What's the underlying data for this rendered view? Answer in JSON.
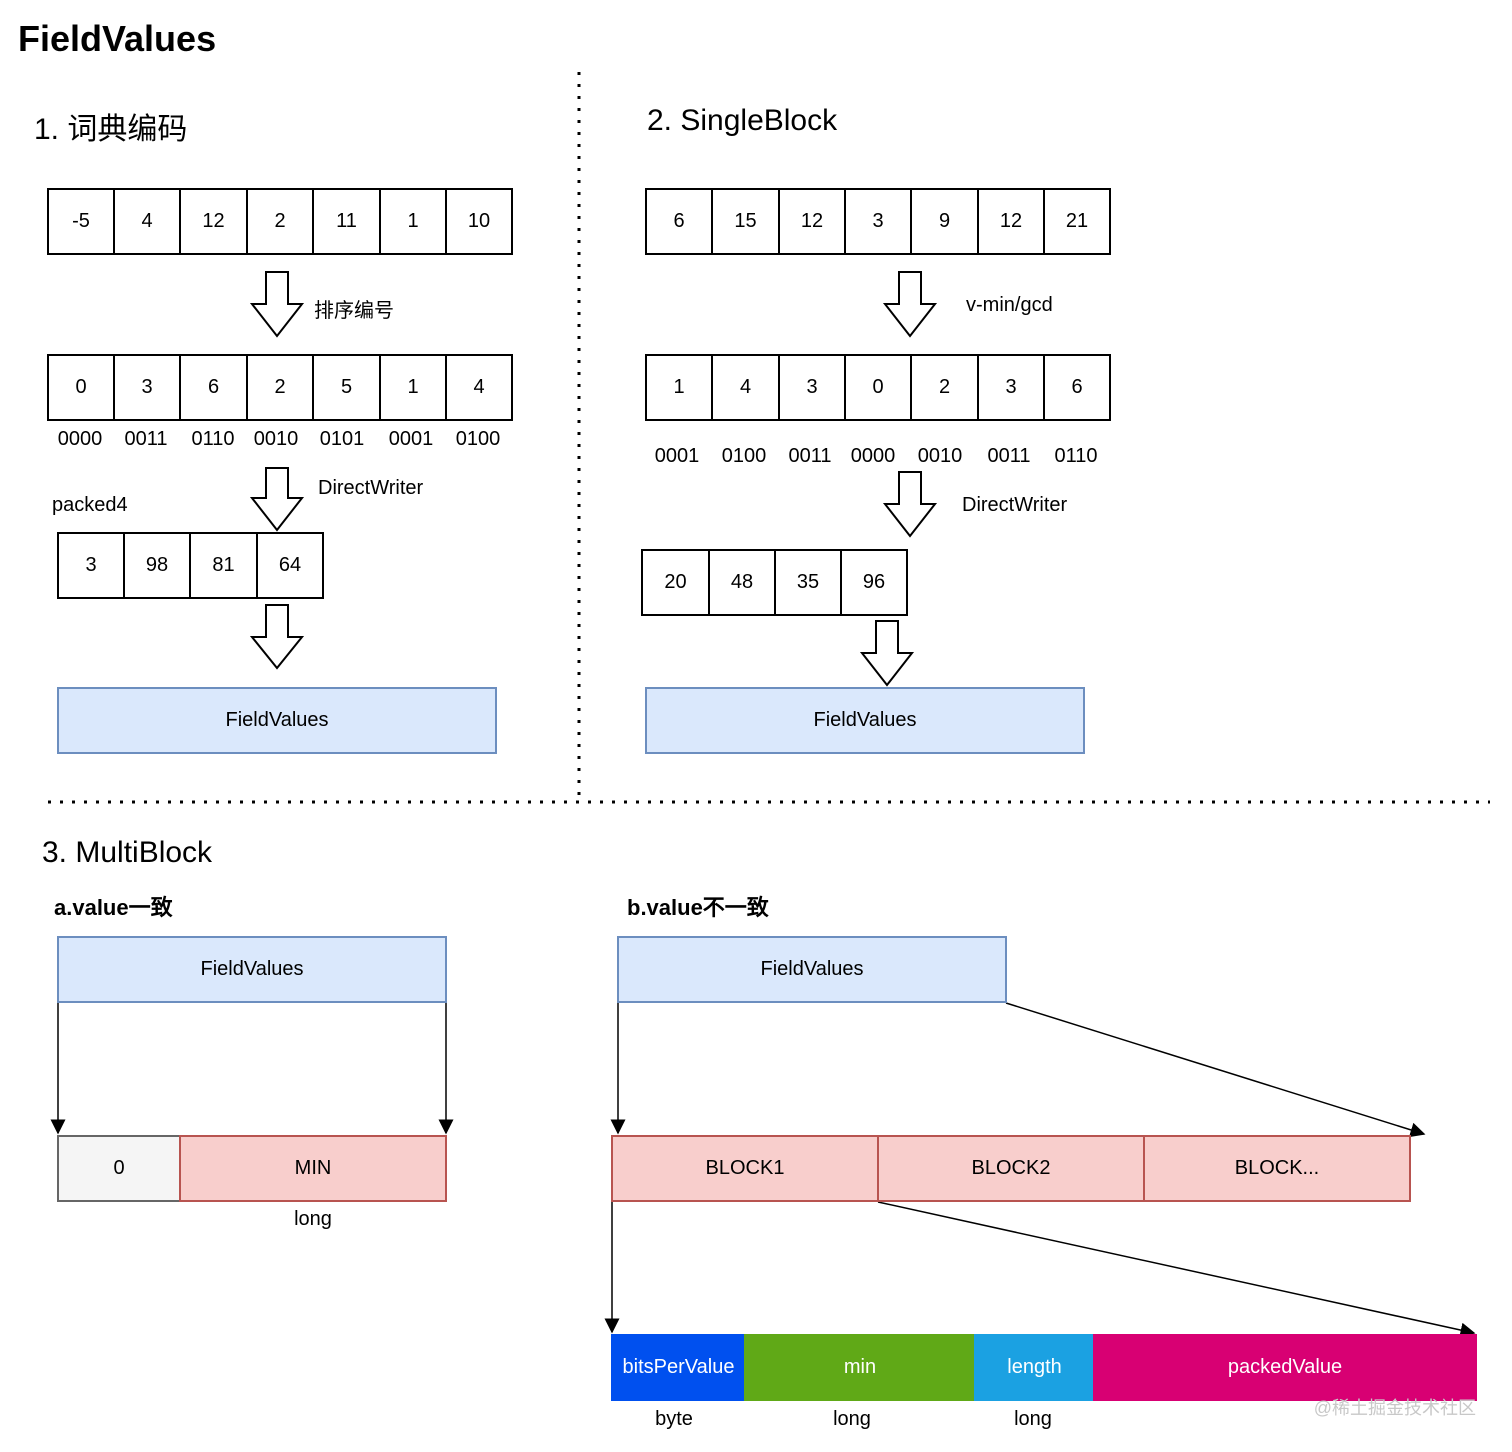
{
  "title": "FieldValues",
  "sec1": {
    "heading": "1. 词典编码",
    "row1": [
      "-5",
      "4",
      "12",
      "2",
      "11",
      "1",
      "10"
    ],
    "arrow1_label": "排序编号",
    "row2": [
      "0",
      "3",
      "6",
      "2",
      "5",
      "1",
      "4"
    ],
    "bits": [
      "0000",
      "0011",
      "0110",
      "0010",
      "0101",
      "0001",
      "0100"
    ],
    "arrow2_label": "DirectWriter",
    "packed_label": "packed4",
    "packed": [
      "3",
      "98",
      "81",
      "64"
    ],
    "result": "FieldValues"
  },
  "sec2": {
    "heading": "2. SingleBlock",
    "row1": [
      "6",
      "15",
      "12",
      "3",
      "9",
      "12",
      "21"
    ],
    "arrow1_label": "v-min/gcd",
    "row2": [
      "1",
      "4",
      "3",
      "0",
      "2",
      "3",
      "6"
    ],
    "bits": [
      "0001",
      "0100",
      "0011",
      "0000",
      "0010",
      "0011",
      "0110"
    ],
    "arrow2_label": "DirectWriter",
    "packed": [
      "20",
      "48",
      "35",
      "96"
    ],
    "result": "FieldValues"
  },
  "sec3": {
    "heading": "3. MultiBlock",
    "a": {
      "heading": "a.value一致",
      "top": "FieldValues",
      "zero": "0",
      "min": "MIN",
      "min_type": "long"
    },
    "b": {
      "heading": "b.value不一致",
      "top": "FieldValues",
      "blocks": [
        "BLOCK1",
        "BLOCK2",
        "BLOCK..."
      ],
      "fields": [
        {
          "label": "bitsPerValue",
          "type": "byte",
          "color": "#0050ef"
        },
        {
          "label": "min",
          "type": "long",
          "color": "#60a917"
        },
        {
          "label": "length",
          "type": "long",
          "color": "#1ba1e2"
        },
        {
          "label": "packedValue",
          "type": "",
          "color": "#d80073"
        }
      ]
    }
  },
  "watermark": "@稀土掘金技术社区"
}
